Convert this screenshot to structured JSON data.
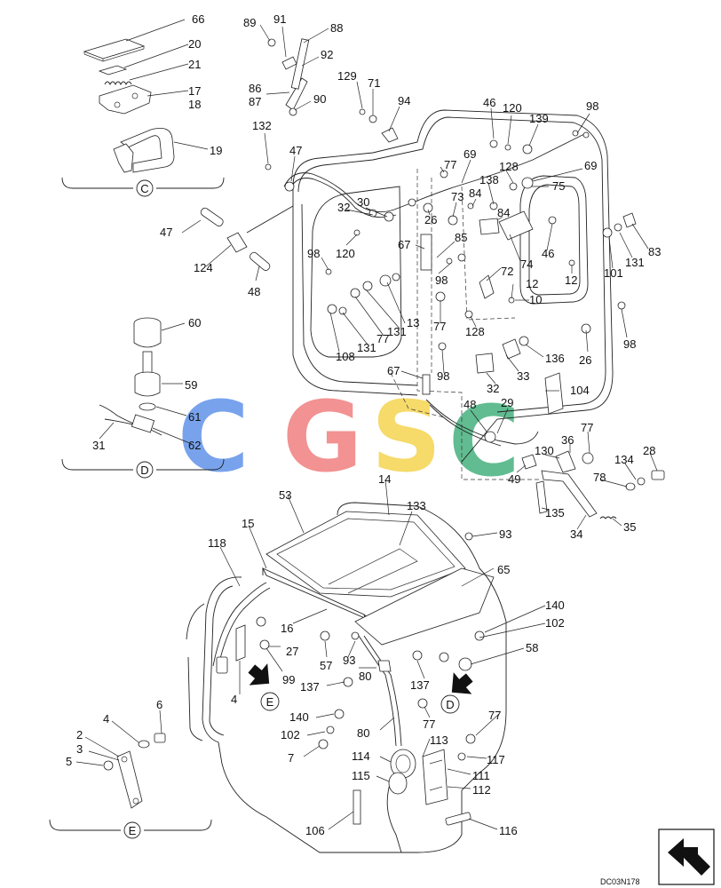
{
  "drawing": {
    "code": "DC03N178",
    "watermark": {
      "letters": [
        "C",
        "G",
        "S",
        "C"
      ],
      "colors": [
        "#5b8fe8",
        "#f07b7b",
        "#f5d24a",
        "#3fae7a"
      ]
    }
  },
  "views": [
    {
      "id": "C",
      "letter": "C"
    },
    {
      "id": "D",
      "letter": "D"
    },
    {
      "id": "E",
      "letter": "E"
    },
    {
      "id": "D-arrow",
      "letter": "D"
    },
    {
      "id": "E-arrow",
      "letter": "E"
    }
  ],
  "callouts": [
    {
      "id": "66",
      "text": "66"
    },
    {
      "id": "20",
      "text": "20"
    },
    {
      "id": "21",
      "text": "21"
    },
    {
      "id": "17",
      "text": "17"
    },
    {
      "id": "18",
      "text": "18"
    },
    {
      "id": "19",
      "text": "19"
    },
    {
      "id": "89",
      "text": "89"
    },
    {
      "id": "91",
      "text": "91"
    },
    {
      "id": "88",
      "text": "88"
    },
    {
      "id": "92",
      "text": "92"
    },
    {
      "id": "86",
      "text": "86"
    },
    {
      "id": "87",
      "text": "87"
    },
    {
      "id": "90",
      "text": "90"
    },
    {
      "id": "129",
      "text": "129"
    },
    {
      "id": "71",
      "text": "71"
    },
    {
      "id": "94",
      "text": "94"
    },
    {
      "id": "46a",
      "text": "46"
    },
    {
      "id": "120a",
      "text": "120"
    },
    {
      "id": "139",
      "text": "139"
    },
    {
      "id": "98a",
      "text": "98"
    },
    {
      "id": "132",
      "text": "132"
    },
    {
      "id": "47a",
      "text": "47"
    },
    {
      "id": "77a",
      "text": "77"
    },
    {
      "id": "69a",
      "text": "69"
    },
    {
      "id": "128a",
      "text": "128"
    },
    {
      "id": "69b",
      "text": "69"
    },
    {
      "id": "75",
      "text": "75"
    },
    {
      "id": "138",
      "text": "138"
    },
    {
      "id": "73",
      "text": "73"
    },
    {
      "id": "84a",
      "text": "84"
    },
    {
      "id": "84b",
      "text": "84"
    },
    {
      "id": "32a",
      "text": "32"
    },
    {
      "id": "30",
      "text": "30"
    },
    {
      "id": "26a",
      "text": "26"
    },
    {
      "id": "47b",
      "text": "47"
    },
    {
      "id": "124",
      "text": "124"
    },
    {
      "id": "48a",
      "text": "48"
    },
    {
      "id": "120b",
      "text": "120"
    },
    {
      "id": "67a",
      "text": "67"
    },
    {
      "id": "85",
      "text": "85"
    },
    {
      "id": "74",
      "text": "74"
    },
    {
      "id": "46b",
      "text": "46"
    },
    {
      "id": "101",
      "text": "101"
    },
    {
      "id": "131a",
      "text": "131"
    },
    {
      "id": "83",
      "text": "83"
    },
    {
      "id": "98b",
      "text": "98"
    },
    {
      "id": "98c",
      "text": "98"
    },
    {
      "id": "72",
      "text": "72"
    },
    {
      "id": "12a",
      "text": "12"
    },
    {
      "id": "12b",
      "text": "12"
    },
    {
      "id": "10",
      "text": "10"
    },
    {
      "id": "13",
      "text": "13"
    },
    {
      "id": "131b",
      "text": "131"
    },
    {
      "id": "77b",
      "text": "77"
    },
    {
      "id": "131c",
      "text": "131"
    },
    {
      "id": "108",
      "text": "108"
    },
    {
      "id": "77c",
      "text": "77"
    },
    {
      "id": "128b",
      "text": "128"
    },
    {
      "id": "98d",
      "text": "98"
    },
    {
      "id": "26b",
      "text": "26"
    },
    {
      "id": "98e",
      "text": "98"
    },
    {
      "id": "136",
      "text": "136"
    },
    {
      "id": "33",
      "text": "33"
    },
    {
      "id": "67b",
      "text": "67"
    },
    {
      "id": "32b",
      "text": "32"
    },
    {
      "id": "104",
      "text": "104"
    },
    {
      "id": "60",
      "text": "60"
    },
    {
      "id": "59",
      "text": "59"
    },
    {
      "id": "61",
      "text": "61"
    },
    {
      "id": "31",
      "text": "31"
    },
    {
      "id": "62",
      "text": "62"
    },
    {
      "id": "48b",
      "text": "48"
    },
    {
      "id": "29",
      "text": "29"
    },
    {
      "id": "77d",
      "text": "77"
    },
    {
      "id": "130",
      "text": "130"
    },
    {
      "id": "36",
      "text": "36"
    },
    {
      "id": "28",
      "text": "28"
    },
    {
      "id": "134",
      "text": "134"
    },
    {
      "id": "78",
      "text": "78"
    },
    {
      "id": "49",
      "text": "49"
    },
    {
      "id": "135",
      "text": "135"
    },
    {
      "id": "34",
      "text": "34"
    },
    {
      "id": "35",
      "text": "35"
    },
    {
      "id": "53",
      "text": "53"
    },
    {
      "id": "14",
      "text": "14"
    },
    {
      "id": "133",
      "text": "133"
    },
    {
      "id": "15",
      "text": "15"
    },
    {
      "id": "118",
      "text": "118"
    },
    {
      "id": "93a",
      "text": "93"
    },
    {
      "id": "65",
      "text": "65"
    },
    {
      "id": "140a",
      "text": "140"
    },
    {
      "id": "102a",
      "text": "102"
    },
    {
      "id": "58",
      "text": "58"
    },
    {
      "id": "16",
      "text": "16"
    },
    {
      "id": "27",
      "text": "27"
    },
    {
      "id": "57",
      "text": "57"
    },
    {
      "id": "93b",
      "text": "93"
    },
    {
      "id": "99",
      "text": "99"
    },
    {
      "id": "4a",
      "text": "4"
    },
    {
      "id": "137a",
      "text": "137"
    },
    {
      "id": "137b",
      "text": "137"
    },
    {
      "id": "80a",
      "text": "80"
    },
    {
      "id": "140b",
      "text": "140"
    },
    {
      "id": "77e",
      "text": "77"
    },
    {
      "id": "102b",
      "text": "102"
    },
    {
      "id": "80b",
      "text": "80"
    },
    {
      "id": "7",
      "text": "7"
    },
    {
      "id": "77f",
      "text": "77"
    },
    {
      "id": "113",
      "text": "113"
    },
    {
      "id": "114",
      "text": "114"
    },
    {
      "id": "117",
      "text": "117"
    },
    {
      "id": "111",
      "text": "111"
    },
    {
      "id": "115",
      "text": "115"
    },
    {
      "id": "112",
      "text": "112"
    },
    {
      "id": "106",
      "text": "106"
    },
    {
      "id": "116",
      "text": "116"
    },
    {
      "id": "6",
      "text": "6"
    },
    {
      "id": "4b",
      "text": "4"
    },
    {
      "id": "2",
      "text": "2"
    },
    {
      "id": "3",
      "text": "3"
    },
    {
      "id": "5",
      "text": "5"
    }
  ]
}
